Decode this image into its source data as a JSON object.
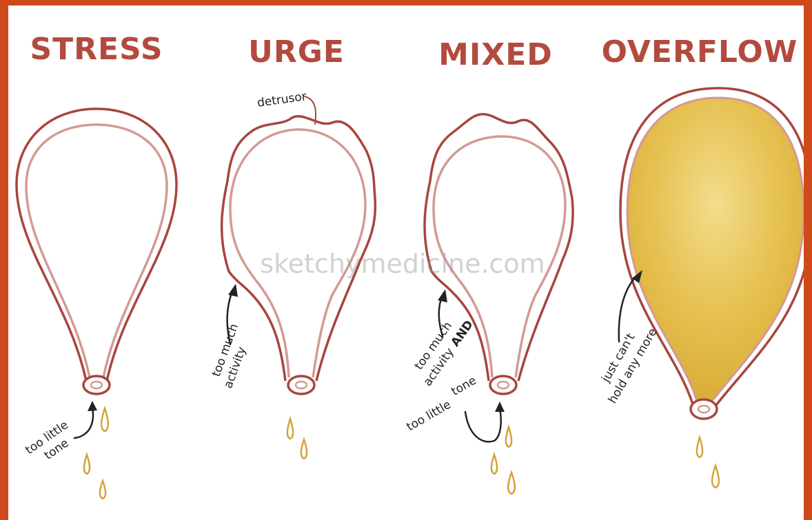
{
  "titles": {
    "stress": "STRESS",
    "urge": "URGE",
    "mixed": "MIXED",
    "overflow": "OVERFLOW"
  },
  "labels": {
    "detrusor": "detrusor",
    "stress_line1": "too little",
    "stress_line2": "tone",
    "urge_line1": "too much",
    "urge_line2": "activity",
    "mixed_line1": "too much",
    "mixed_line2": "activity",
    "mixed_and": "AND",
    "mixed_line3": "too little",
    "mixed_line4": "tone",
    "overflow_line1": "just can't",
    "overflow_line2": "hold any more"
  },
  "watermark": "sketchymedicine.com",
  "colors": {
    "outline": "#a8453e",
    "inner_wall": "#d39a94",
    "urine": "#e0b743",
    "frame": "#cf4a1b"
  }
}
